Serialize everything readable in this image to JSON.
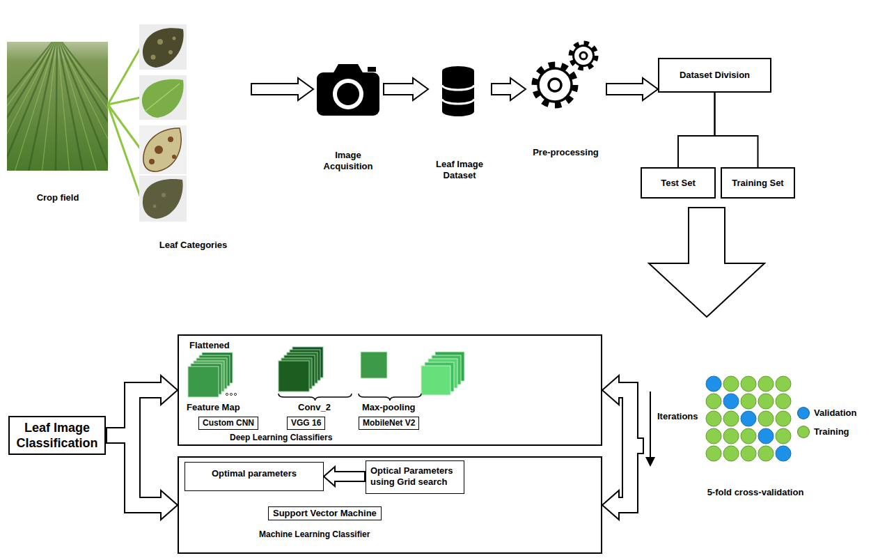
{
  "diagram": {
    "nodes": [
      {
        "text": [
          "Crop field"
        ]
      },
      {
        "text": [
          "Leaf Categories"
        ]
      },
      {
        "text": [
          "Image Acquisition"
        ]
      },
      {
        "text": [
          "Leaf Image Dataset"
        ]
      },
      {
        "text": [
          "Pre-processing"
        ]
      },
      {
        "text": [
          "Dataset Division"
        ]
      },
      {
        "text": [
          "Test Set"
        ]
      },
      {
        "text": [
          "Training Set"
        ]
      },
      {
        "text": [
          "5-fold cross-validation"
        ]
      },
      {
        "text": [
          "Deep Learning Classifiers"
        ]
      },
      {
        "text": [
          "Custom CNN"
        ],
        "in": 9
      },
      {
        "text": [
          "VGG 16"
        ],
        "in": 9
      },
      {
        "text": [
          "MobileNet V2"
        ],
        "in": 9
      },
      {
        "text": [
          "Machine Learning Classifier"
        ]
      },
      {
        "text": [
          "Optimal parameters"
        ],
        "in": 13
      },
      {
        "text": [
          "Optical Parameters using Grid search"
        ],
        "in": 13
      },
      {
        "text": [
          "Support Vector Machine"
        ],
        "in": 13
      },
      {
        "text": [
          "Leaf Image Classification"
        ]
      }
    ],
    "edges": [
      {
        "from": 1,
        "to": 2,
        "arrow": "to"
      },
      {
        "from": 2,
        "to": 3,
        "arrow": "to"
      },
      {
        "from": 3,
        "to": 4,
        "arrow": "to"
      },
      {
        "from": 4,
        "to": 5,
        "arrow": "to"
      },
      {
        "from": 5,
        "to": 6,
        "arrow": "none"
      },
      {
        "from": 5,
        "to": 7,
        "arrow": "none"
      },
      {
        "from": 8,
        "to": 9,
        "arrow": "to"
      },
      {
        "from": 8,
        "to": 13,
        "arrow": "to"
      },
      {
        "from": 15,
        "to": 14,
        "arrow": "to"
      },
      {
        "from": 17,
        "to": 9,
        "arrow": "to"
      },
      {
        "from": 17,
        "to": 13,
        "arrow": "to"
      }
    ],
    "labels": [
      "Flattened",
      "Feature Map",
      "Conv_2",
      "Max-pooling",
      "Iterations"
    ],
    "legend": [
      {
        "text": "Validation",
        "color": "#1e90e8"
      },
      {
        "text": "Training",
        "color": "#8ccf4d"
      }
    ]
  }
}
